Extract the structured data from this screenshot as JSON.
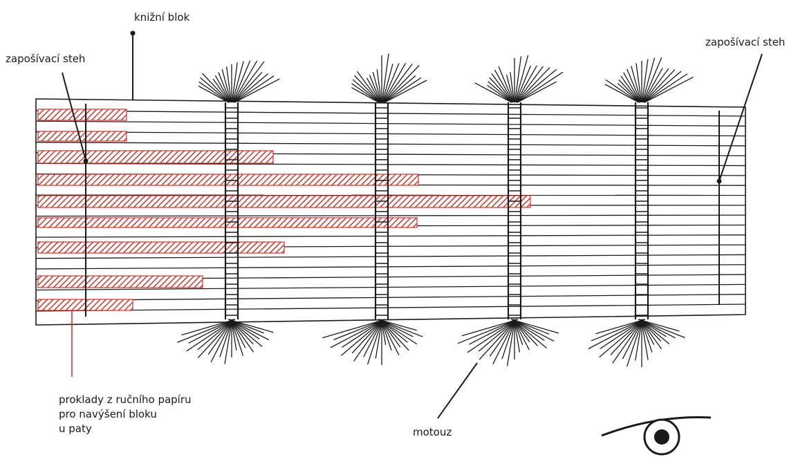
{
  "labels": {
    "book_block": "knižní blok",
    "kettle_stitch_left": "zapošívací steh",
    "kettle_stitch_right": "zapošívací steh",
    "guards_line1": "proklady z ručního papíru",
    "guards_line2": "pro navýšení bloku",
    "guards_line3": "u paty",
    "cord": "motouz"
  },
  "colors": {
    "ink": "#1a1a1a",
    "guard_fill": "#c6362b"
  },
  "icons": [
    "cord-cross-section-icon"
  ]
}
